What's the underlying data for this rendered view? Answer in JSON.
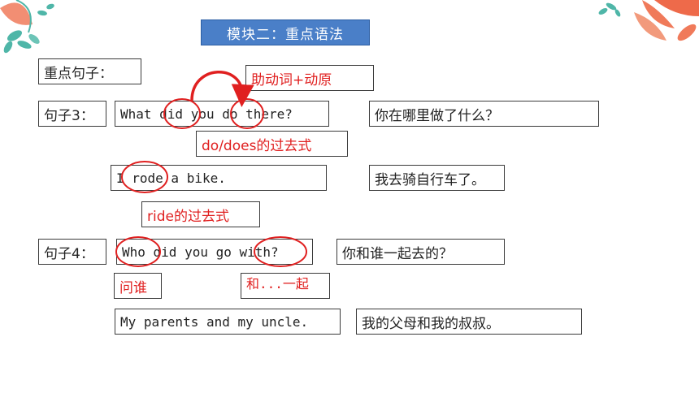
{
  "title": "模块二：重点语法",
  "key_sentences_label": "重点句子：",
  "annotations": {
    "aux_verb": "助动词+动原",
    "do_does_past": "do/does的过去式",
    "ride_past": "ride的过去式",
    "ask_who": "问谁",
    "with": "和...一起"
  },
  "sentence3": {
    "label": "句子3：",
    "question": "What did you do there?",
    "question_cn": "你在哪里做了什么？",
    "answer": "I rode a bike.",
    "answer_cn": "我去骑自行车了。"
  },
  "sentence4": {
    "label": "句子4：",
    "question": "Who did you go with?",
    "question_cn": "你和谁一起去的？",
    "answer": "My parents and my uncle.",
    "answer_cn": "我的父母和我的叔叔。"
  },
  "colors": {
    "title_bg": "#4a7fc8",
    "highlight": "#e02020",
    "leaf_teal": "#4fb6a8",
    "leaf_coral": "#f07a5a"
  }
}
